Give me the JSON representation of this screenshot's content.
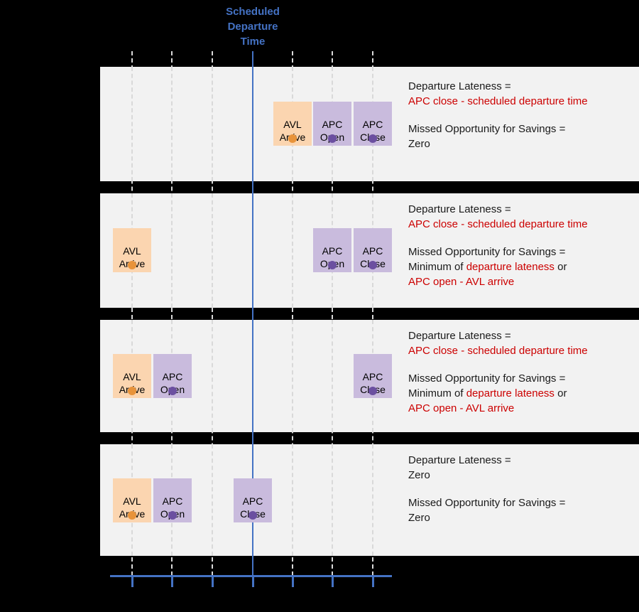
{
  "figure": {
    "scheduled_label": "Scheduled\nDeparture\nTime",
    "scheduled_color": "#4472C4",
    "red_accent": "#CC0000",
    "avl_box_color": "#FBD5B0",
    "apc_box_color": "#C9BBDD",
    "avl_dot_color": "#E8933A",
    "apc_dot_color": "#6B4FA0",
    "panel_bg": "#F2F2F2",
    "gridline_color": "#D9D9D9",
    "background": "#000000"
  },
  "axis": {
    "tick_positions": [
      186,
      242,
      299,
      356,
      412,
      468,
      525
    ],
    "scheduled_tick_index": 3
  },
  "events": {
    "avl_arrive": "AVL\nArrive",
    "apc_open": "APC\nOpen",
    "apc_close": "APC\nClose"
  },
  "panels": [
    {
      "id": "panel-1",
      "boxes": [
        {
          "type": "avl",
          "label": "AVL\nArrive",
          "tick": 4
        },
        {
          "type": "apc",
          "label": "APC\nOpen",
          "tick": 5
        },
        {
          "type": "apc",
          "label": "APC\nClose",
          "tick": 6
        }
      ],
      "annotation": {
        "line1_black": "Departure Lateness =",
        "line2_red": "APC close - scheduled departure time",
        "line3_black": "Missed Opportunity for Savings =",
        "line4_black": "Zero",
        "line4_red": "",
        "line5_red": ""
      }
    },
    {
      "id": "panel-2",
      "boxes": [
        {
          "type": "avl",
          "label": "AVL\nArrive",
          "tick": 0
        },
        {
          "type": "apc",
          "label": "APC\nOpen",
          "tick": 5
        },
        {
          "type": "apc",
          "label": "APC\nClose",
          "tick": 6
        }
      ],
      "annotation": {
        "line1_black": "Departure Lateness =",
        "line2_red": "APC close - scheduled departure time",
        "line3_black": "Missed Opportunity for Savings =",
        "line4_black": "Minimum  of ",
        "line4_red": "departure lateness",
        "line4_black_tail": " or",
        "line5_red": "APC open - AVL arrive"
      }
    },
    {
      "id": "panel-3",
      "boxes": [
        {
          "type": "avl",
          "label": "AVL\nArrive",
          "tick": 0
        },
        {
          "type": "apc",
          "label": "APC\nOpen",
          "tick": 1
        },
        {
          "type": "apc",
          "label": "APC\nClose",
          "tick": 6
        }
      ],
      "annotation": {
        "line1_black": "Departure Lateness =",
        "line2_red": "APC close - scheduled departure time",
        "line3_black": "Missed Opportunity for Savings =",
        "line4_black": "Minimum  of ",
        "line4_red": "departure lateness",
        "line4_black_tail": " or",
        "line5_red": "APC open - AVL arrive"
      }
    },
    {
      "id": "panel-4",
      "boxes": [
        {
          "type": "avl",
          "label": "AVL\nArrive",
          "tick": 0
        },
        {
          "type": "apc",
          "label": "APC\nOpen",
          "tick": 1
        },
        {
          "type": "apc",
          "label": "APC\nClose",
          "tick": 3
        }
      ],
      "annotation": {
        "line1_black": "Departure Lateness =",
        "line2_red": "Zero",
        "line2_is_red": false,
        "line3_black": "Missed Opportunity for Savings =",
        "line4_black": "Zero",
        "line4_red": "",
        "line5_red": ""
      }
    }
  ]
}
